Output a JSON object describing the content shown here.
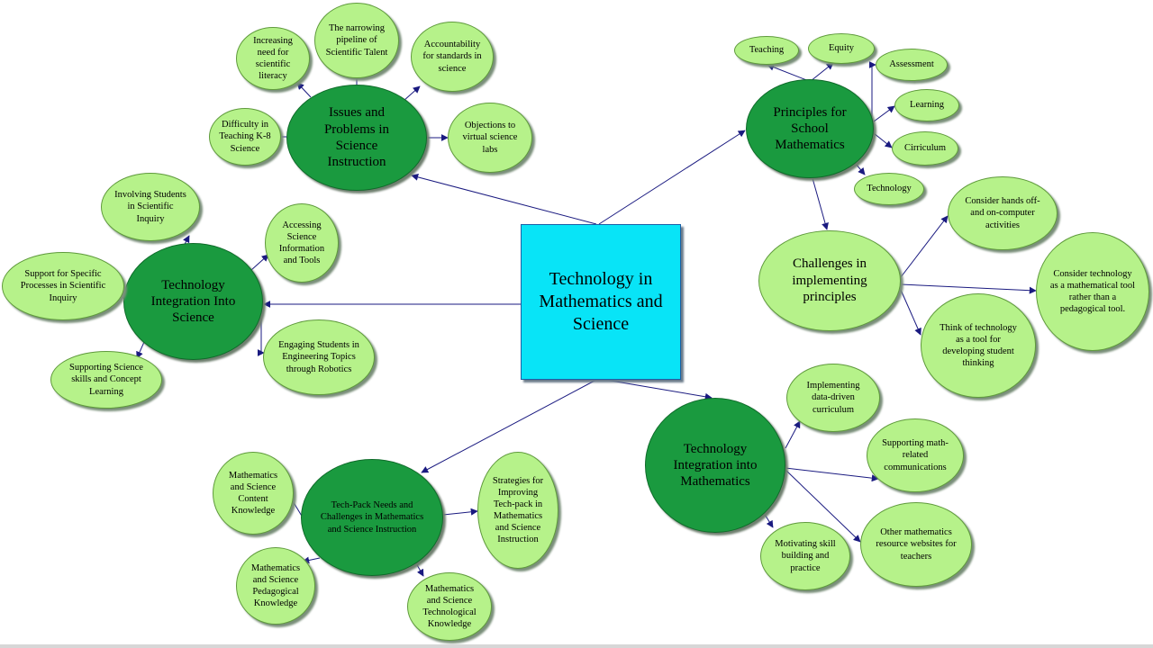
{
  "center": {
    "label": "Technology in Mathematics and Science"
  },
  "topics": {
    "issues": {
      "label": "Issues and Problems in Science Instruction"
    },
    "principles": {
      "label": "Principles for School Mathematics"
    },
    "challenges": {
      "label": "Challenges in implementing principles"
    },
    "science_integration": {
      "label": "Technology Integration Into Science"
    },
    "math_integration": {
      "label": "Technology Integration into Mathematics"
    },
    "techpack": {
      "label": "Tech-Pack Needs and Challenges in Mathematics and Science Instruction"
    }
  },
  "leaves": {
    "scientific_literacy": "Increasing need for scientific literacy",
    "narrowing_pipeline": "The narrowing pipeline of Scientific Talent",
    "accountability": "Accountability for standards in science",
    "difficulty_k8": "Difficulty in Teaching K-8 Science",
    "objections_labs": "Objections to virtual science labs",
    "teaching": "Teaching",
    "equity": "Equity",
    "assessment": "Assessment",
    "learning": "Learning",
    "curriculum": "Cirriculum",
    "technology": "Technology",
    "hands_off": "Consider hands off-and on-computer activities",
    "math_tool": "Consider technology as a mathematical tool rather than a pedagogical tool.",
    "student_thinking": "Think of technology as a tool for developing student thinking",
    "scientific_inquiry": "Involving Students in Scientific Inquiry",
    "accessing_info": "Accessing Science Information and Tools",
    "specific_processes": "Support for Specific Processes in Scientific Inquiry",
    "engineering_robotics": "Engaging Students in Engineering Topics through Robotics",
    "science_skills": "Supporting Science skills and Concept Learning",
    "data_driven": "Implementing data-driven curriculum",
    "math_communications": "Supporting math-related communications",
    "resource_websites": "Other mathematics resource websites for teachers",
    "skill_building": "Motivating skill building and practice",
    "content_knowledge": "Mathematics and Science Content Knowledge",
    "strategies_techpack": "Strategies for Improving Tech-pack in Mathematics and Science Instruction",
    "pedagogical_knowledge": "Mathematics and Science Pedagogical Knowledge",
    "technological_knowledge": "Mathematics and Science Technological Knowledge"
  },
  "colors": {
    "center_fill": "#08e4f7",
    "topic_fill": "#1a9a3f",
    "leaf_fill": "#b6f28a",
    "connector": "#1a1a80"
  }
}
